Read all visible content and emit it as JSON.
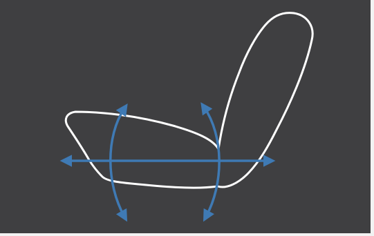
{
  "diagram": {
    "subject": "seat-adjustment-directions",
    "background_color": "#3f3f41",
    "border_color": "#f2f2f2",
    "outline_color": "#ffffff",
    "arrow_color": "#3f7ab4",
    "icons": [
      "seat-cushion-outline",
      "seat-backrest-outline",
      "horizontal-double-arrow",
      "front-tilt-curved-arrow",
      "rear-tilt-curved-arrow"
    ]
  }
}
